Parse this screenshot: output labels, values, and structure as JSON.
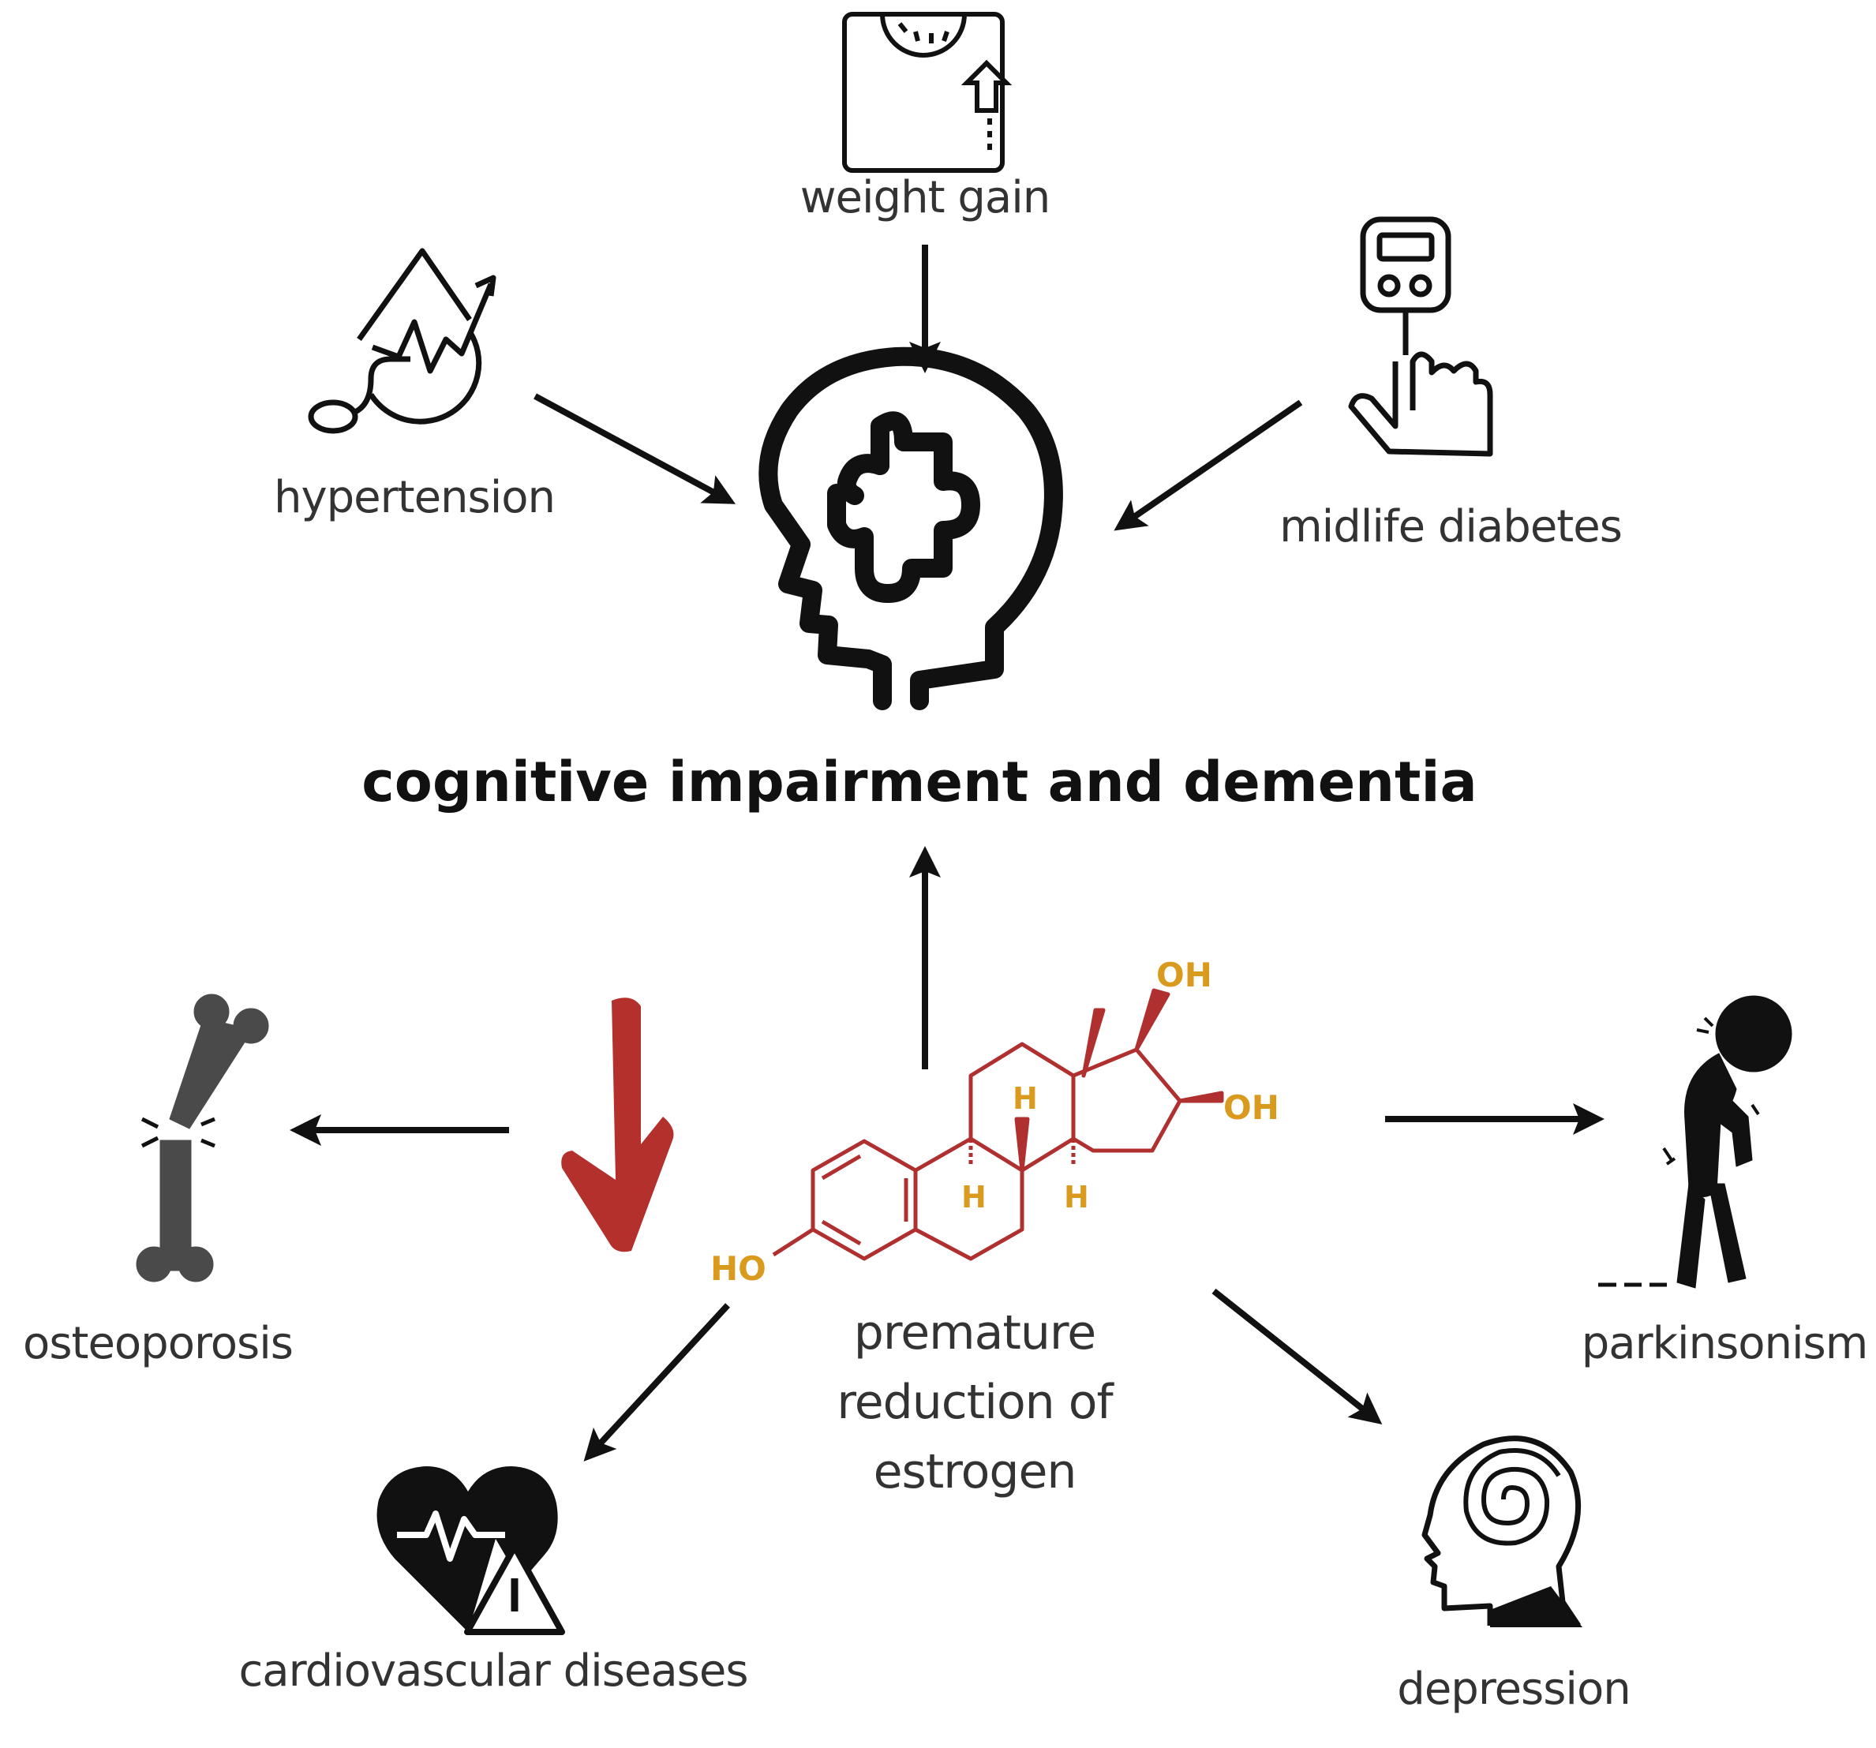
{
  "colors": {
    "ink": "#111111",
    "estrogen_bonds": "#b03030",
    "estrogen_groups": "#d99a1e",
    "down_arrow": "#b3302c",
    "bone": "#4a4a4a"
  },
  "center": {
    "title": "cognitive impairment and dementia",
    "icon": "head-puzzle-icon"
  },
  "nodes": {
    "weight_gain": {
      "label": "weight gain",
      "icon": "weighing-scale-icon"
    },
    "hypertension": {
      "label": "hypertension",
      "icon": "blood-pressure-icon"
    },
    "midlife_diabetes": {
      "label": "midlife diabetes",
      "icon": "glucose-meter-icon"
    },
    "osteoporosis": {
      "label": "osteoporosis",
      "icon": "broken-bone-icon"
    },
    "parkinsonism": {
      "label": "parkinsonism",
      "icon": "stooped-person-icon"
    },
    "cardiovascular": {
      "label": "cardiovascular diseases",
      "icon": "heart-warning-icon"
    },
    "depression": {
      "label": "depression",
      "icon": "spiral-head-icon"
    }
  },
  "estrogen": {
    "label_line1": "premature",
    "label_line2": "reduction of",
    "label_line3": "estrogen",
    "groups": {
      "oh_top": "OH",
      "oh_right": "OH",
      "ho_left": "HO",
      "h": "H"
    },
    "icon": "estradiol-molecule-icon",
    "indicator": "down-arrow-icon"
  }
}
